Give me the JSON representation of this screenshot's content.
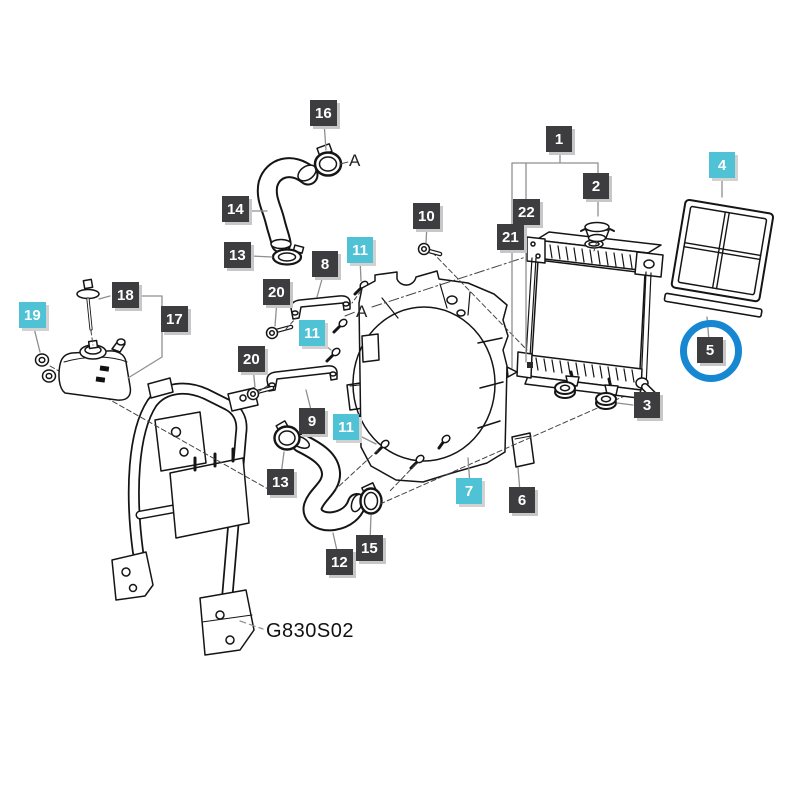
{
  "figure_code": "G830S02",
  "view_labels": [
    {
      "text": "A"
    },
    {
      "text": "A"
    }
  ],
  "callouts": [
    {
      "number": "16",
      "variant": "dark",
      "circled": false
    },
    {
      "number": "14",
      "variant": "dark",
      "circled": false
    },
    {
      "number": "13",
      "variant": "dark",
      "circled": false
    },
    {
      "number": "8",
      "variant": "dark",
      "circled": false
    },
    {
      "number": "11",
      "variant": "cyan",
      "circled": false
    },
    {
      "number": "20",
      "variant": "dark",
      "circled": false
    },
    {
      "number": "11",
      "variant": "cyan",
      "circled": false
    },
    {
      "number": "20",
      "variant": "dark",
      "circled": false
    },
    {
      "number": "9",
      "variant": "dark",
      "circled": false
    },
    {
      "number": "13",
      "variant": "dark",
      "circled": false
    },
    {
      "number": "11",
      "variant": "cyan",
      "circled": false
    },
    {
      "number": "12",
      "variant": "dark",
      "circled": false
    },
    {
      "number": "15",
      "variant": "dark",
      "circled": false
    },
    {
      "number": "10",
      "variant": "dark",
      "circled": false
    },
    {
      "number": "1",
      "variant": "dark",
      "circled": false
    },
    {
      "number": "2",
      "variant": "dark",
      "circled": false
    },
    {
      "number": "22",
      "variant": "dark",
      "circled": false
    },
    {
      "number": "21",
      "variant": "dark",
      "circled": false
    },
    {
      "number": "4",
      "variant": "cyan",
      "circled": false
    },
    {
      "number": "5",
      "variant": "dark",
      "circled": true
    },
    {
      "number": "3",
      "variant": "dark",
      "circled": false
    },
    {
      "number": "6",
      "variant": "dark",
      "circled": false
    },
    {
      "number": "7",
      "variant": "cyan",
      "circled": false
    },
    {
      "number": "17",
      "variant": "dark",
      "circled": false
    },
    {
      "number": "18",
      "variant": "dark",
      "circled": false
    },
    {
      "number": "19",
      "variant": "cyan",
      "circled": false
    }
  ],
  "highlight": {
    "circled_callout_number": "5",
    "circle_color": "#1787d2"
  },
  "colors": {
    "background": "#ffffff",
    "line_art": "#151515",
    "callout_dark": "#3d3d3f",
    "callout_cyan": "#4fc3d5",
    "callout_text": "#ffffff",
    "leader_line": "#8f8f8f"
  }
}
